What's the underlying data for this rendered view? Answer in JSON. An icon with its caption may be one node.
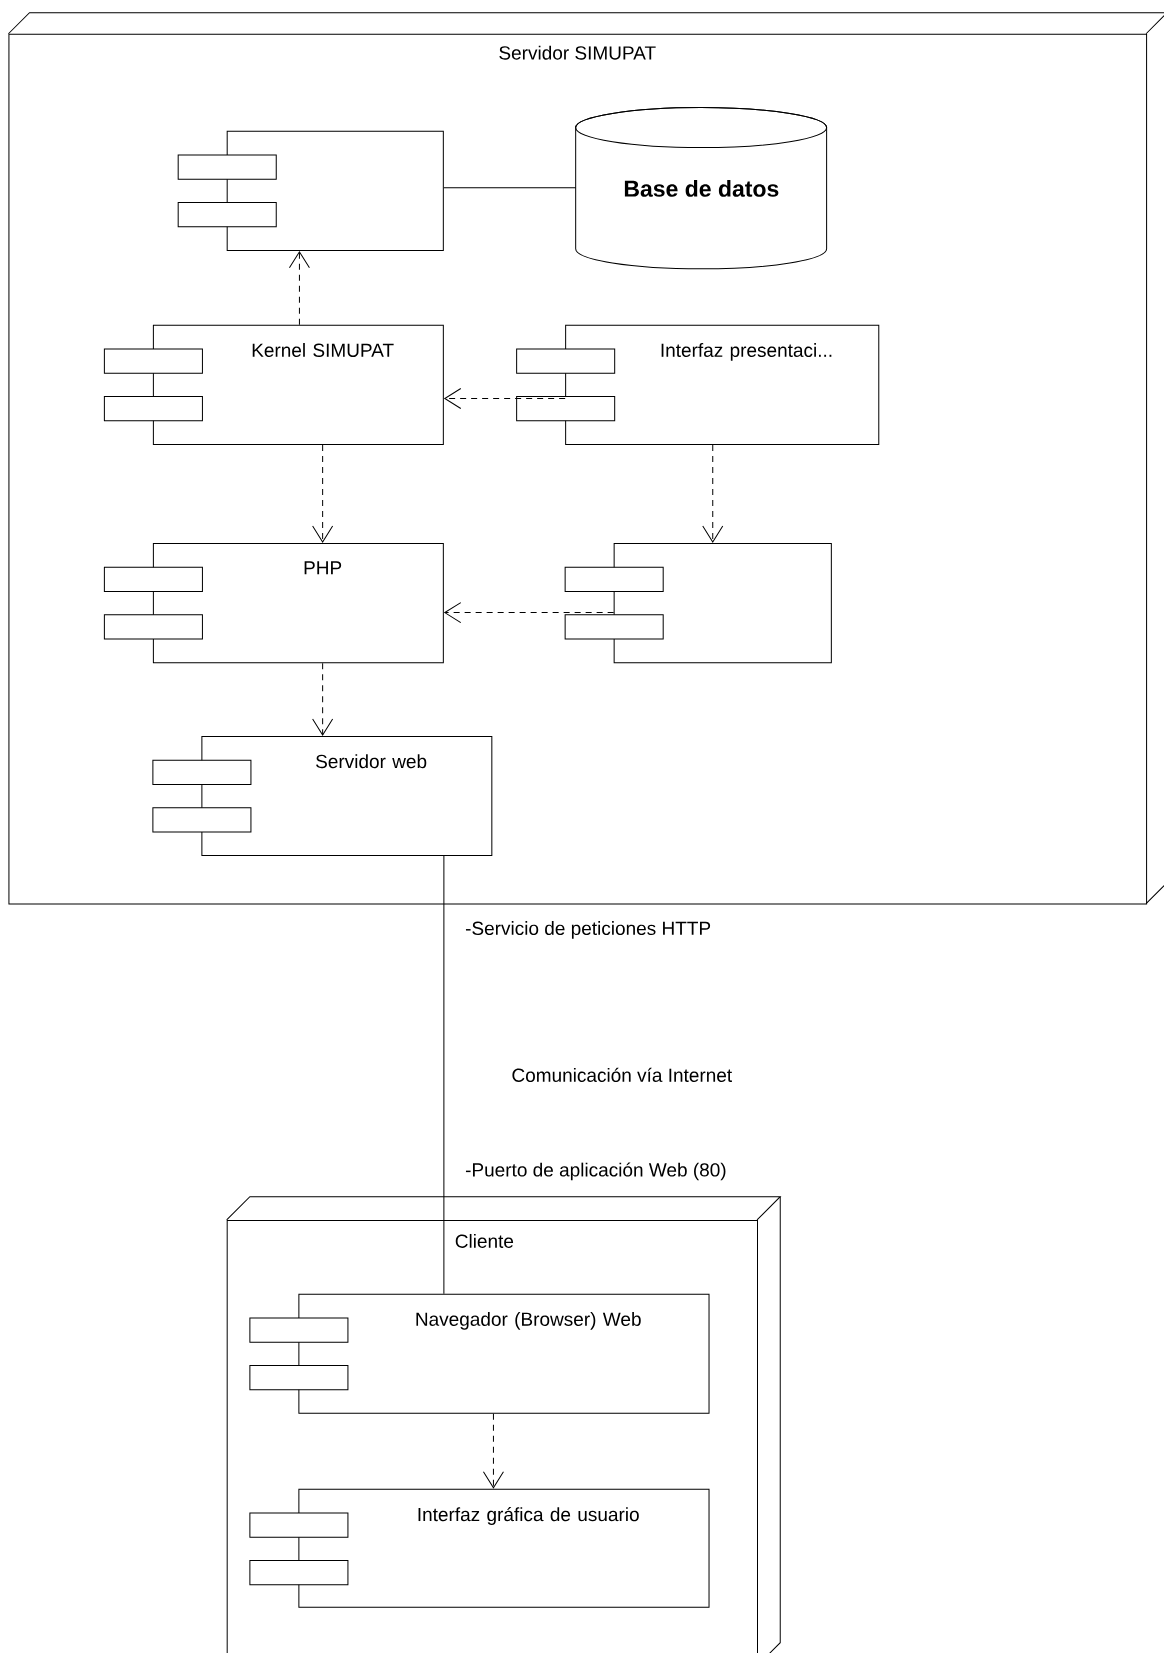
{
  "diagram": {
    "nodes": [
      {
        "text": [
          "Servidor SIMUPAT"
        ]
      },
      {
        "text": [],
        "shape": "box",
        "in": 0
      },
      {
        "text": [
          "Base de datos"
        ],
        "in": 0
      },
      {
        "text": [
          "Kernel SIMUPAT"
        ],
        "in": 0
      },
      {
        "text": [
          "Interfaz presentaci..."
        ],
        "in": 0
      },
      {
        "text": [
          "PHP"
        ],
        "in": 0
      },
      {
        "text": [],
        "shape": "box",
        "in": 0
      },
      {
        "text": [
          "Servidor web"
        ],
        "in": 0
      },
      {
        "text": [
          "Cliente"
        ]
      },
      {
        "text": [
          "Navegador (Browser) Web"
        ],
        "in": 8
      },
      {
        "text": [
          "Interfaz gráfica de usuario"
        ],
        "in": 8
      }
    ],
    "edges": [
      {
        "from": 1,
        "to": 2,
        "arrow": "none"
      },
      {
        "from": 3,
        "to": 1,
        "arrow": "to",
        "style": "dashed"
      },
      {
        "from": 4,
        "to": 3,
        "arrow": "to",
        "style": "dashed"
      },
      {
        "from": 3,
        "to": 5,
        "arrow": "to",
        "style": "dashed"
      },
      {
        "from": 4,
        "to": 6,
        "arrow": "to",
        "style": "dashed"
      },
      {
        "from": 6,
        "to": 5,
        "arrow": "to",
        "style": "dashed"
      },
      {
        "from": 5,
        "to": 7,
        "arrow": "to",
        "style": "dashed"
      },
      {
        "from": 7,
        "to": 9,
        "arrow": "none",
        "label": "Comunicación vía Internet"
      },
      {
        "from": 9,
        "to": 10,
        "arrow": "to",
        "style": "dashed"
      }
    ],
    "labels": [
      "-Servicio de peticiones HTTP",
      "-Puerto de aplicación Web (80)"
    ]
  }
}
